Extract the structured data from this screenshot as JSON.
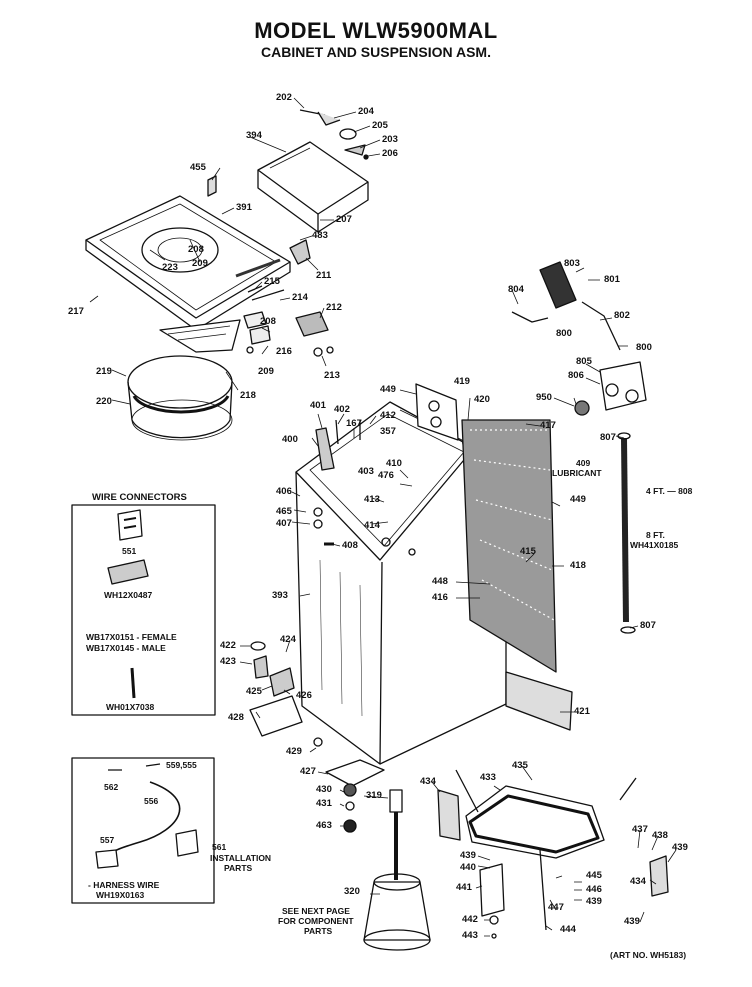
{
  "title": "MODEL WLW5900MAL",
  "subtitle": "CABINET AND SUSPENSION ASM.",
  "corner_mark": "",
  "wire_connectors": {
    "heading": "WIRE CONNECTORS",
    "c551": "551",
    "c0487": "WH12X0487",
    "female": "WB17X0151 - FEMALE",
    "male": "WB17X0145 - MALE",
    "c7038": "WH01X7038"
  },
  "harness": {
    "l562": "562",
    "l556": "556",
    "l559": "559,555",
    "l557": "557",
    "l561": "561",
    "install1": "INSTALLATION",
    "install2": "PARTS",
    "wire1": "- HARNESS WIRE",
    "wire2": "WH19X0163"
  },
  "notes": {
    "lubricant1": "409",
    "lubricant2": "LUBRICANT",
    "hose4": "4 FT. — 808",
    "hose8": "8 FT.",
    "hose8b": "WH41X0185",
    "seenext1": "SEE NEXT PAGE",
    "seenext2": "FOR COMPONENT",
    "seenext3": "PARTS",
    "artno": "(ART NO. WH5183)"
  },
  "parts": {
    "p202": "202",
    "p204": "204",
    "p205": "205",
    "p203": "203",
    "p206": "206",
    "p394": "394",
    "p455": "455",
    "p391": "391",
    "p207": "207",
    "p483": "483",
    "p208a": "208",
    "p209a": "209",
    "p223": "223",
    "p211": "211",
    "p217": "217",
    "p215": "215",
    "p214": "214",
    "p212": "212",
    "p208b": "208",
    "p216": "216",
    "p213": "213",
    "p209b": "209",
    "p219": "219",
    "p218": "218",
    "p220": "220",
    "p803": "803",
    "p801": "801",
    "p804": "804",
    "p802": "802",
    "p800a": "800",
    "p800b": "800",
    "p805": "805",
    "p806": "806",
    "p419": "419",
    "p449a": "449",
    "p420": "420",
    "p950": "950",
    "p417": "417",
    "p401": "401",
    "p402": "402",
    "p412": "412",
    "p167": "167",
    "p357": "357",
    "p400": "400",
    "p807a": "807",
    "p403": "403",
    "p410": "410",
    "p476": "476",
    "p406": "406",
    "p413": "413",
    "p465": "465",
    "p414": "414",
    "p407": "407",
    "p408": "408",
    "p449b": "449",
    "p415": "415",
    "p418": "418",
    "p448": "448",
    "p416": "416",
    "p393": "393",
    "p807b": "807",
    "p422": "422",
    "p424": "424",
    "p423": "423",
    "p425": "425",
    "p426": "426",
    "p428": "428",
    "p421": "421",
    "p429": "429",
    "p427": "427",
    "p430": "430",
    "p431": "431",
    "p463": "463",
    "p319": "319",
    "p434a": "434",
    "p433": "433",
    "p435": "435",
    "p437": "437",
    "p438": "438",
    "p439a": "439",
    "p439b": "439",
    "p440": "440",
    "p445": "445",
    "p446": "446",
    "p439c": "439",
    "p441": "441",
    "p447": "447",
    "p434b": "434",
    "p320": "320",
    "p442": "442",
    "p443": "443",
    "p444": "444",
    "p439d": "439"
  }
}
